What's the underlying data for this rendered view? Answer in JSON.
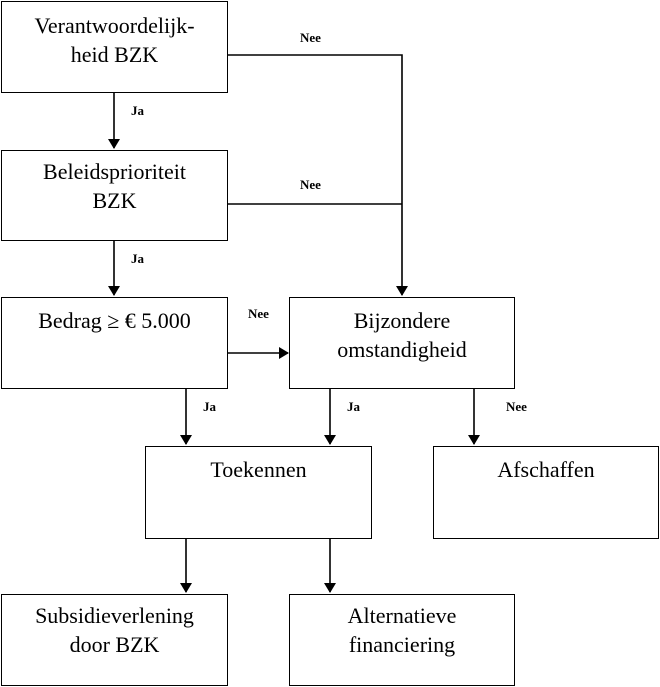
{
  "boxes": {
    "verantwoordelijkheid": {
      "line1": "Verantwoordelijk-",
      "line2": "heid BZK"
    },
    "beleidsprioriteit": {
      "line1": "Beleidsprioriteit",
      "line2": "BZK"
    },
    "bedrag": {
      "line1": "Bedrag ≥ € 5.000"
    },
    "bijzondere": {
      "line1": "Bijzondere",
      "line2": "omstandigheid"
    },
    "toekennen": {
      "line1": "Toekennen"
    },
    "afschaffen": {
      "line1": "Afschaffen"
    },
    "subsidieverlening": {
      "line1": "Subsidieverlening",
      "line2": "door BZK"
    },
    "alternatieve": {
      "line1": "Alternatieve",
      "line2": "financiering"
    }
  },
  "labels": {
    "nee_1": "Nee",
    "ja_1": "Ja",
    "nee_2": "Nee",
    "ja_2": "Ja",
    "nee_3": "Nee",
    "ja_3": "Ja",
    "ja_4": "Ja",
    "nee_4": "Nee"
  }
}
